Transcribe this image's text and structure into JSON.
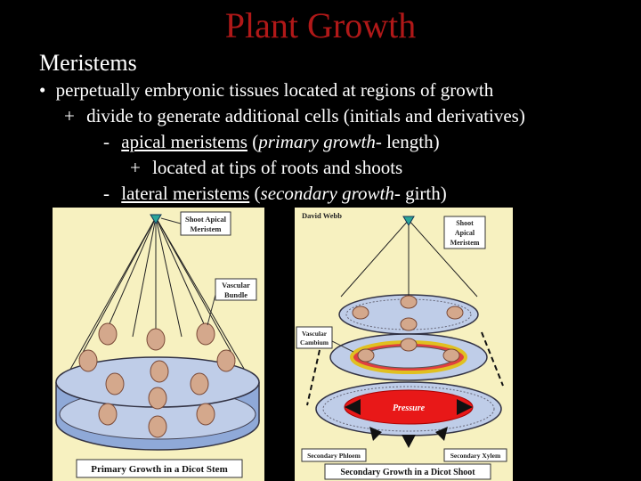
{
  "slide": {
    "title": "Plant Growth",
    "heading": "Meristems",
    "colors": {
      "title": "#b01818",
      "background": "#000000",
      "text": "#ffffff"
    },
    "bullets": {
      "b1": {
        "marker": "•",
        "text": "perpetually embryonic tissues located at regions of growth"
      },
      "b2": {
        "marker": "+",
        "text": "divide to generate additional cells (initials and derivatives)"
      },
      "b3": {
        "marker": "-",
        "term": "apical meristems",
        "open": " (",
        "note": "primary growth",
        "close": "- length)"
      },
      "b4": {
        "marker": "+",
        "text": "located at tips of roots and shoots"
      },
      "b5": {
        "marker": "-",
        "term": "lateral meristems",
        "open": " (",
        "note": "secondary growth",
        "close": "- girth)"
      }
    }
  },
  "figure_left": {
    "label_shoot_apical": [
      "Shoot Apical",
      "Meristem"
    ],
    "label_vascular_bundle": [
      "Vascular",
      "Bundle"
    ],
    "caption": "Primary Growth in a Dicot Stem"
  },
  "figure_right": {
    "credit": "David Webb",
    "label_shoot_apical": [
      "Shoot",
      "Apical",
      "Meristem"
    ],
    "label_vascular_cambium": [
      "Vascular",
      "Cambium"
    ],
    "label_pressure": "Pressure",
    "label_secondary_phloem": "Secondary Phloem",
    "label_secondary_xylem": "Secondary Xylem",
    "caption": "Secondary Growth in a Dicot Shoot"
  }
}
